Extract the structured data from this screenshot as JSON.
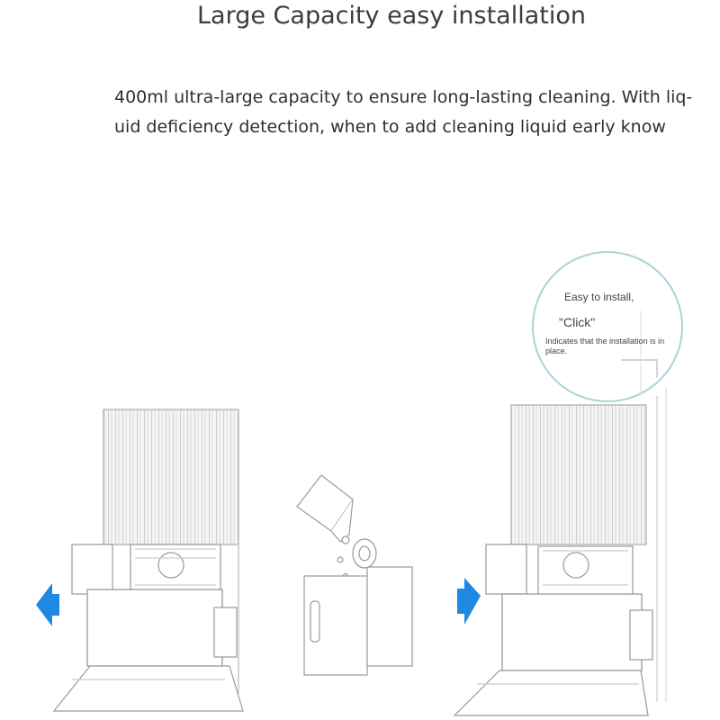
{
  "heading": "Large Capacity easy installation",
  "description": {
    "line1": "400ml ultra-large capacity to ensure long-lasting cleaning. With liq-",
    "line2": "uid deficiency detection, when to add cleaning liquid early know"
  },
  "callout": {
    "line1": "Easy to install,",
    "line2": "\"Click\"",
    "line3": "Indicates that the installation is in place."
  },
  "colors": {
    "arrow": "#1e88e5",
    "callout_border": "#a9d4d8",
    "line": "#9a9a9a"
  },
  "icons": [
    "arrow-left-icon",
    "arrow-right-icon"
  ]
}
